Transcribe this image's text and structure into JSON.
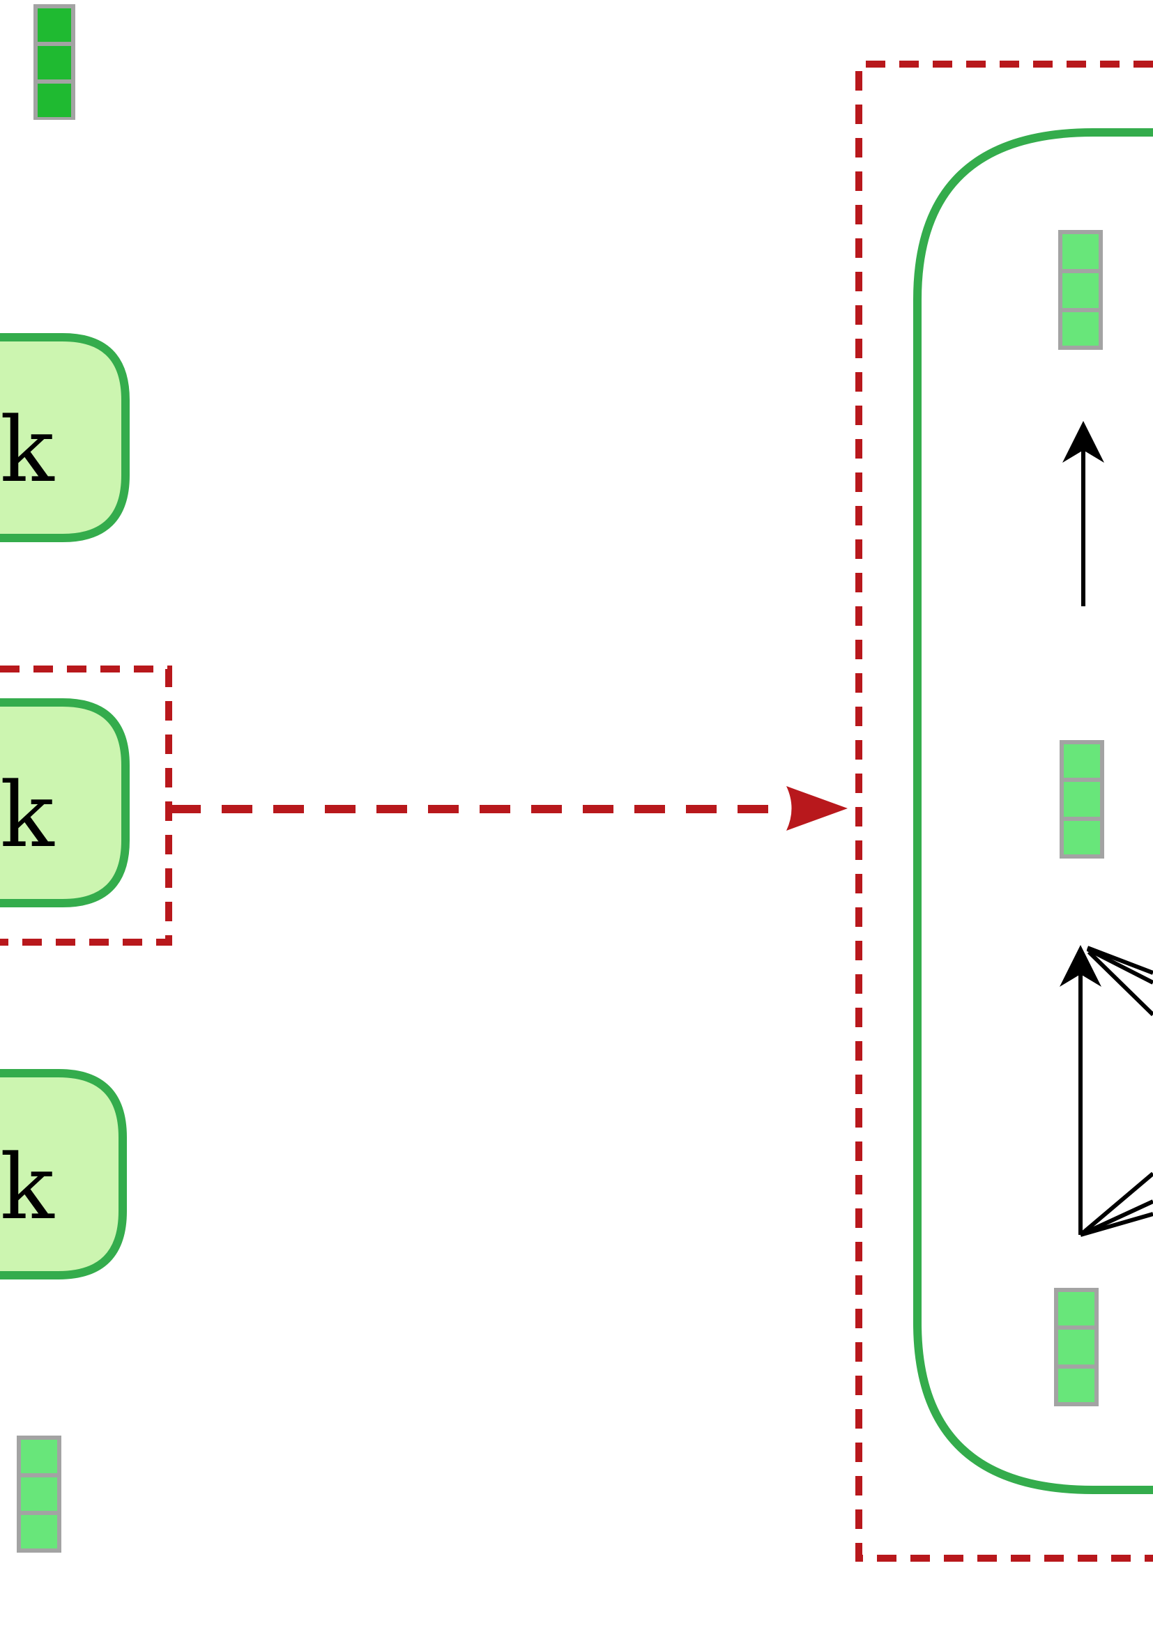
{
  "blocks": [
    {
      "label_suffix": "k",
      "state": "normal"
    },
    {
      "label_suffix": "k",
      "state": "highlighted"
    },
    {
      "label_suffix": "k",
      "state": "normal"
    }
  ],
  "vectors": {
    "output_vector": {
      "cells": 3,
      "color": "dark-green"
    },
    "input_vector": {
      "cells": 3,
      "color": "light-green"
    },
    "detail_top_vector": {
      "cells": 3,
      "color": "light-green"
    },
    "detail_mid_vector": {
      "cells": 3,
      "color": "light-green"
    },
    "detail_bottom_vector": {
      "cells": 3,
      "color": "light-green"
    }
  },
  "colors": {
    "block_fill": "#ccf5b0",
    "block_stroke": "#34ac4c",
    "vector_dark": "#1fba31",
    "vector_light": "#68e67a",
    "vector_border": "#a3a3a3",
    "highlight_dash": "#b8181c",
    "arrow": "#000000"
  },
  "zoom_arrow": {
    "style": "dashed",
    "direction": "right"
  },
  "detail_panel": {
    "frame_style": "dashed",
    "edges_fanning_to_mid_vector": 5
  }
}
